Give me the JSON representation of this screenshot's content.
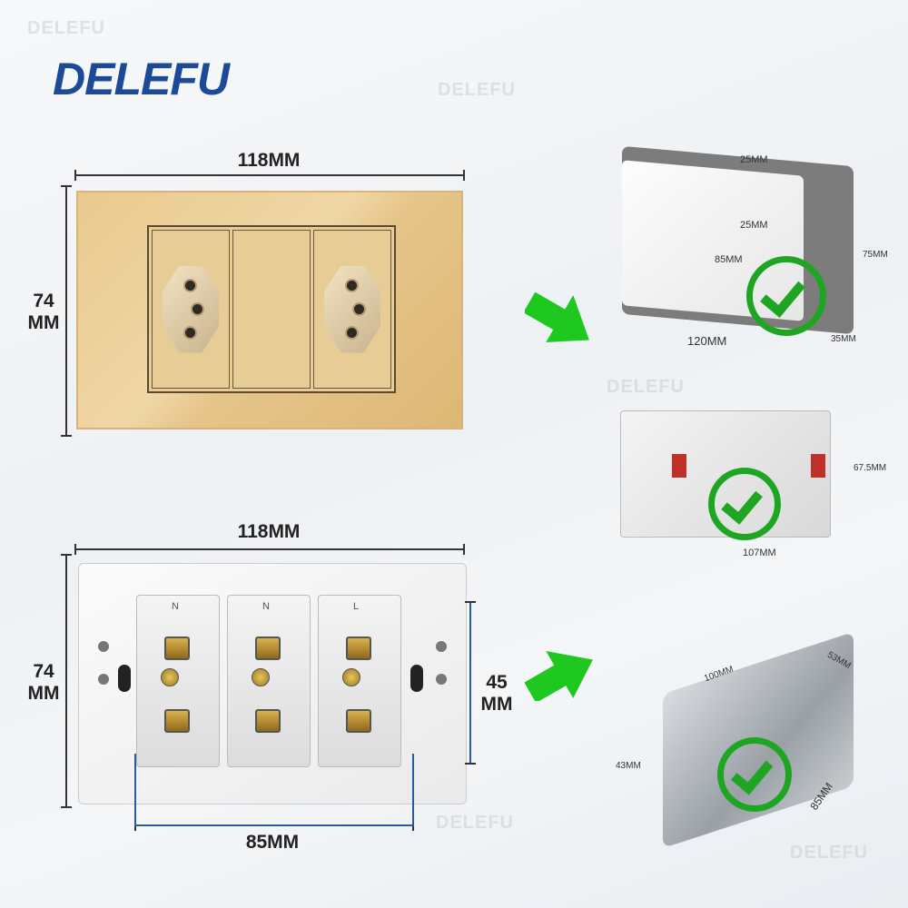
{
  "brand": {
    "logo": "DELEFU",
    "watermark": "DELEFU"
  },
  "socket_panel": {
    "width_label": "118MM",
    "height_label": "74\nMM"
  },
  "back_panel": {
    "width_label": "118MM",
    "height_label": "74\nMM",
    "module_height_label": "45\nMM",
    "mount_spacing_label": "85MM",
    "module_marks": [
      "N",
      "N",
      "L"
    ]
  },
  "box_1": {
    "top_hole": "25MM",
    "hole": "25MM",
    "screw_spacing": "85MM",
    "length": "120MM",
    "height": "75MM",
    "depth": "35MM"
  },
  "box_2": {
    "height": "67.5MM",
    "width": "107MM"
  },
  "box_3": {
    "length": "100MM",
    "depth": "53MM",
    "height": "43MM",
    "width": "85MM"
  },
  "colors": {
    "brand_blue": "#1c4a96",
    "accent_orange": "#f29a1f",
    "check_green": "#1ea623",
    "panel_gold": "#e9c98e"
  }
}
